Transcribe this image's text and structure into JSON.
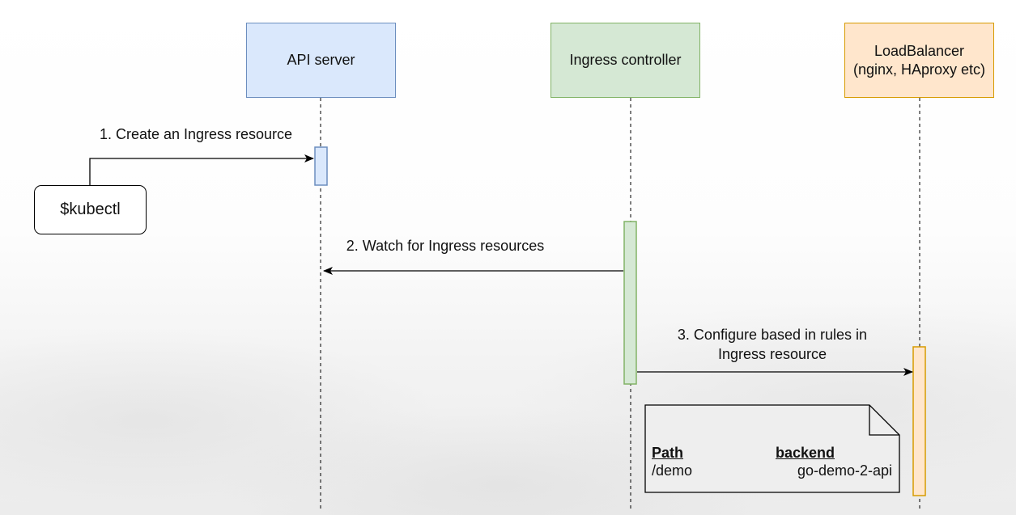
{
  "participants": {
    "api_server": "API server",
    "ingress_controller": "Ingress controller",
    "load_balancer_line1": "LoadBalancer",
    "load_balancer_line2": "(nginx, HAproxy etc)"
  },
  "actor": {
    "label": "$kubectl"
  },
  "messages": {
    "step1": "1. Create an Ingress resource",
    "step2": "2. Watch for Ingress resources",
    "step3_line1": "3. Configure based in rules in",
    "step3_line2": "Ingress resource"
  },
  "note": {
    "path_header": "Path",
    "path_value": "/demo",
    "backend_header": "backend",
    "backend_value": "go-demo-2-api"
  },
  "colors": {
    "api_fill": "#dae8fc",
    "api_stroke": "#6c8ebf",
    "ingress_fill": "#d5e8d4",
    "ingress_stroke": "#82b366",
    "lb_fill": "#ffe6cc",
    "lb_stroke": "#d79b00",
    "note_fill": "#eeeeee"
  }
}
